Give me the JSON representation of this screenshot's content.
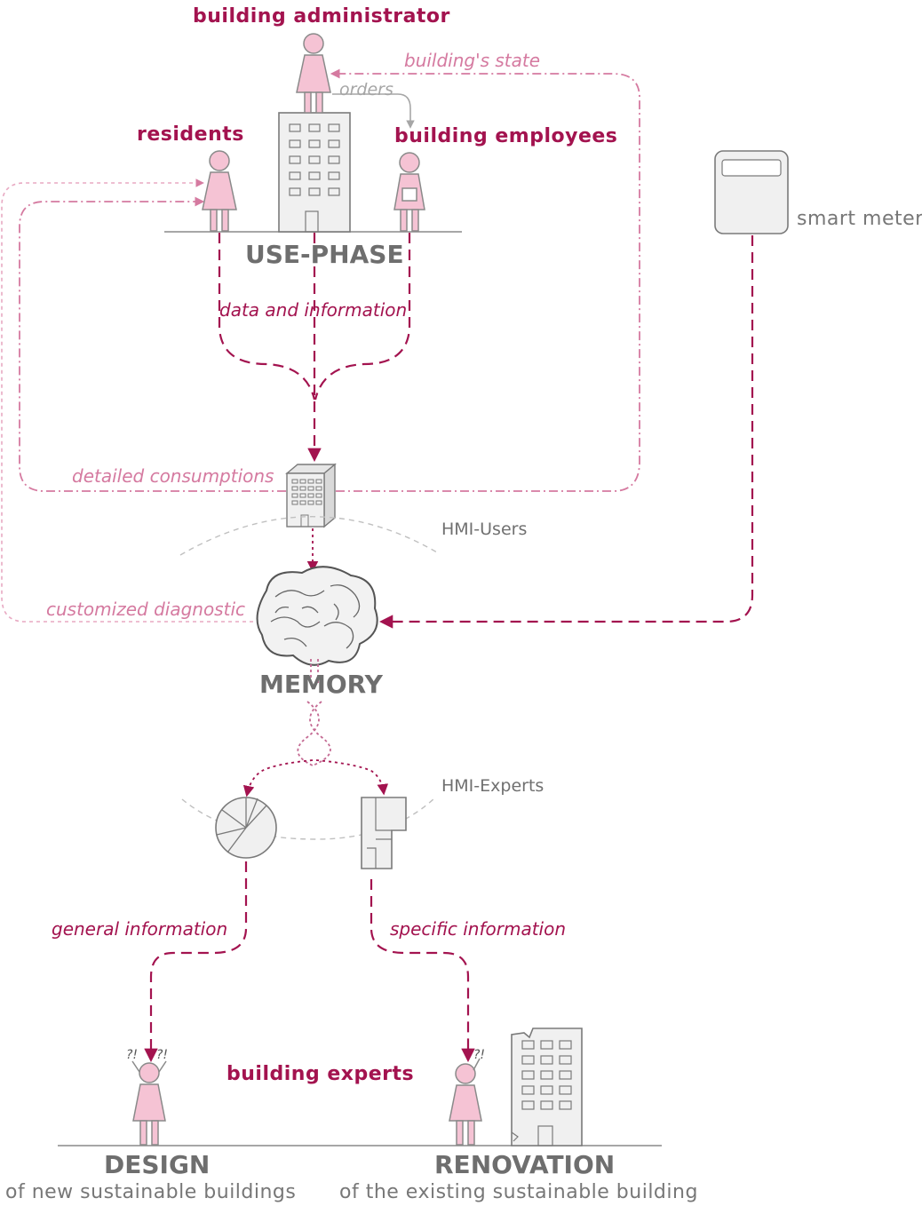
{
  "roles": {
    "building_administrator": "building administrator",
    "residents": "residents",
    "building_employees": "building employees",
    "building_experts": "building experts"
  },
  "devices": {
    "smart_meter": "smart meter"
  },
  "flows": {
    "buildings_state": "building's state",
    "orders": "orders",
    "data_and_information": "data and information",
    "detailed_consumptions": "detailed consumptions",
    "customized_diagnostic": "customized diagnostic",
    "general_information": "general information",
    "specific_information": "specific information"
  },
  "interfaces": {
    "hmi_users": "HMI-Users",
    "hmi_experts": "HMI-Experts"
  },
  "phases": {
    "use_phase": "USE-PHASE",
    "memory": "MEMORY",
    "design": "DESIGN",
    "design_sub": "of new sustainable buildings",
    "renovation": "RENOVATION",
    "renovation_sub": "of the existing sustainable building"
  },
  "marks": {
    "confused_left": "?!",
    "confused_right": "?!"
  },
  "colors": {
    "accent": "#a3134f",
    "accent_soft": "#d57aa0",
    "person_fill": "#f5c3d4",
    "building_fill": "#f0f0f0",
    "outline": "#7a7a7a"
  }
}
